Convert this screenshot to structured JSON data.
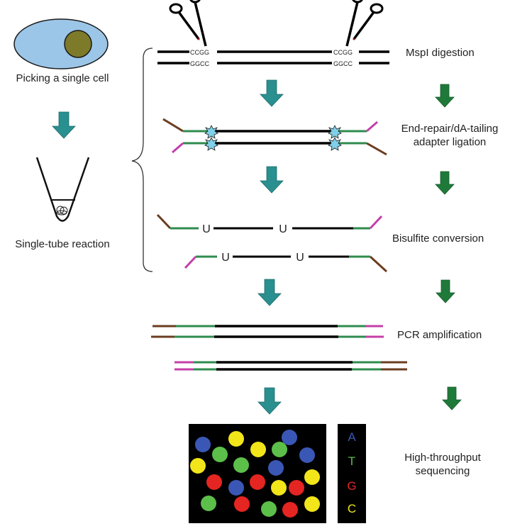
{
  "left_column": {
    "cell_label": "Picking a single cell",
    "tube_label": "Single-tube reaction"
  },
  "steps": [
    {
      "label_lines": [
        "MspI digestion"
      ]
    },
    {
      "label_lines": [
        "End-repair/dA-tailing",
        "adapter ligation"
      ]
    },
    {
      "label_lines": [
        "Bisulfite conversion"
      ]
    },
    {
      "label_lines": [
        "PCR amplification"
      ]
    },
    {
      "label_lines": [
        "High-throughput",
        "sequencing"
      ]
    }
  ],
  "digestion": {
    "top_site": "CCGG",
    "bottom_site": "GGCC"
  },
  "bisulfite": {
    "converted_base": "U"
  },
  "sequencing": {
    "legend": [
      {
        "base": "A",
        "color": "#3b57b5"
      },
      {
        "base": "T",
        "color": "#5cbf4a"
      },
      {
        "base": "G",
        "color": "#e52521"
      },
      {
        "base": "C",
        "color": "#f2e51a"
      }
    ]
  },
  "colors": {
    "teal_arrow": "#2a8f8f",
    "green_arrow": "#1f7a3a",
    "dna": "#000000",
    "adapter_green": "#2e8b4e",
    "adapter_brown": "#6b3d1f",
    "adapter_magenta": "#c43fa8",
    "cell": "#9cc6e8",
    "nucleus": "#7d7a2a",
    "ligation_star": "#7fd0e8"
  }
}
